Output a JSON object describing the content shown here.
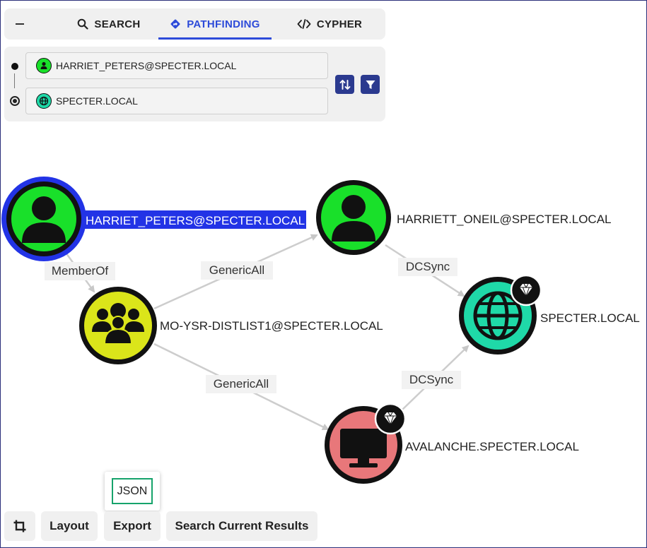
{
  "tabs": [
    {
      "label": "SEARCH",
      "icon": "search-icon"
    },
    {
      "label": "PATHFINDING",
      "icon": "diamond-route-icon",
      "active": true
    },
    {
      "label": "CYPHER",
      "icon": "code-icon"
    }
  ],
  "pathfinding": {
    "start_node": "HARRIET_PETERS@SPECTER.LOCAL",
    "start_icon": "user-icon",
    "target_node": "SPECTER.LOCAL",
    "target_icon": "globe-icon"
  },
  "graph": {
    "nodes": [
      {
        "id": "harriet_peters",
        "label": "HARRIET_PETERS@SPECTER.LOCAL",
        "type": "User",
        "color": "#19e02a",
        "selected": true
      },
      {
        "id": "harriett_oneil",
        "label": "HARRIETT_ONEIL@SPECTER.LOCAL",
        "type": "User",
        "color": "#19e02a"
      },
      {
        "id": "distlist",
        "label": "MO-YSR-DISTLIST1@SPECTER.LOCAL",
        "type": "Group",
        "color": "#dbe51a"
      },
      {
        "id": "domain",
        "label": "SPECTER.LOCAL",
        "type": "Domain",
        "color": "#1fd9a8",
        "tier_zero": true
      },
      {
        "id": "avalanche",
        "label": "AVALANCHE.SPECTER.LOCAL",
        "type": "Computer",
        "color": "#e8777a",
        "tier_zero": true
      }
    ],
    "edges": [
      {
        "label": "MemberOf",
        "from": "harriet_peters",
        "to": "distlist"
      },
      {
        "label": "GenericAll",
        "from": "distlist",
        "to": "harriett_oneil"
      },
      {
        "label": "GenericAll",
        "from": "distlist",
        "to": "avalanche"
      },
      {
        "label": "DCSync",
        "from": "harriett_oneil",
        "to": "domain"
      },
      {
        "label": "DCSync",
        "from": "avalanche",
        "to": "domain"
      }
    ],
    "selection_color": "#2233e6"
  },
  "toolbar": {
    "crop_icon": "crop-icon",
    "layout_label": "Layout",
    "export_label": "Export",
    "search_label": "Search Current Results",
    "export_menu": [
      "JSON"
    ]
  }
}
